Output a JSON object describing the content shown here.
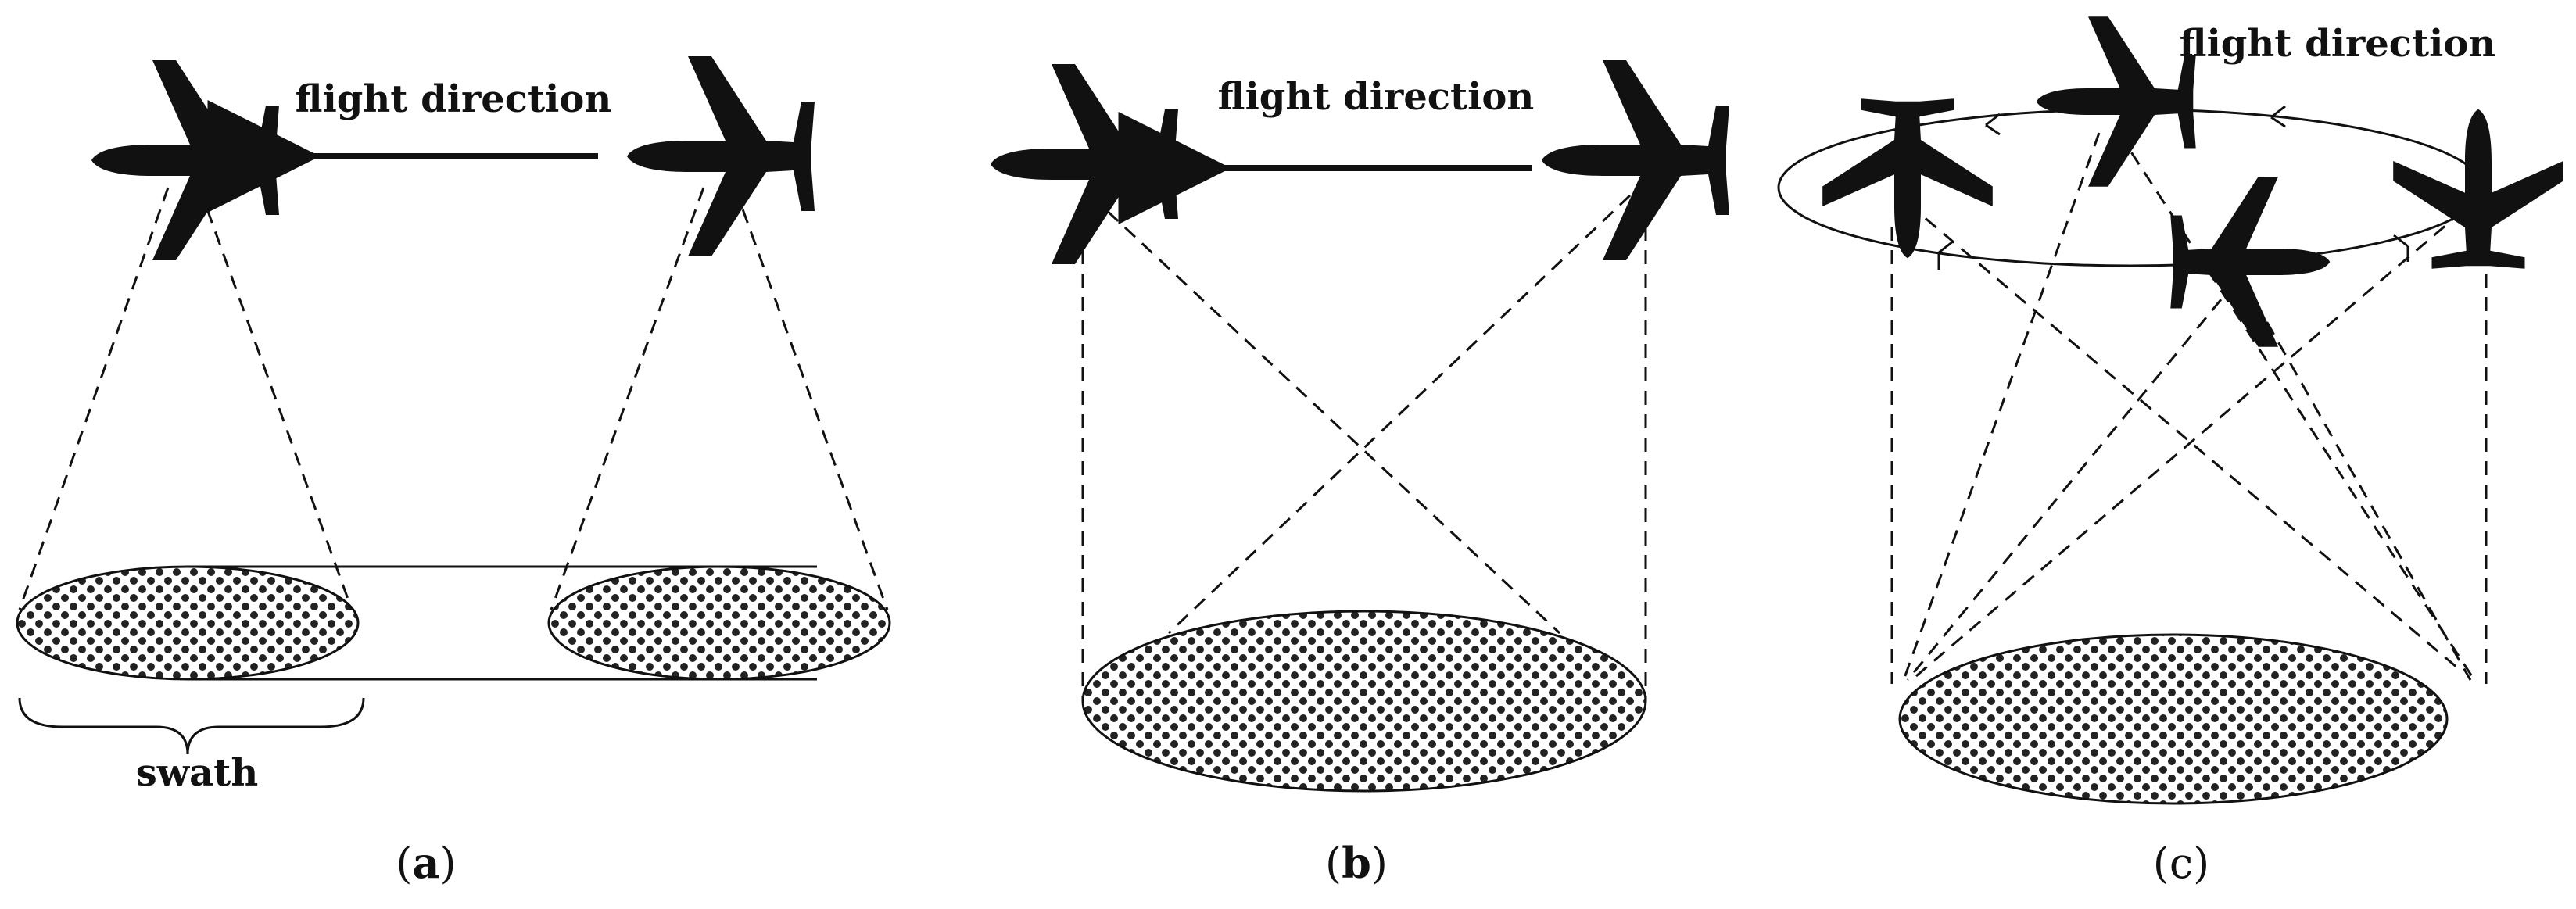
{
  "panels": {
    "a": {
      "direction_label": "flight direction",
      "swath_label": "swath",
      "caption": "(a)",
      "caption_letter": "a",
      "plane_icon": "airplane-icon"
    },
    "b": {
      "direction_label": "flight direction",
      "caption": "(b)",
      "caption_letter": "b",
      "plane_icon": "airplane-icon"
    },
    "c": {
      "direction_label": "flight direction",
      "caption": "(c)",
      "caption_letter": "c",
      "plane_icon": "airplane-icon"
    }
  },
  "colors": {
    "ink": "#111111",
    "dots": "#222222",
    "background": "#ffffff"
  }
}
